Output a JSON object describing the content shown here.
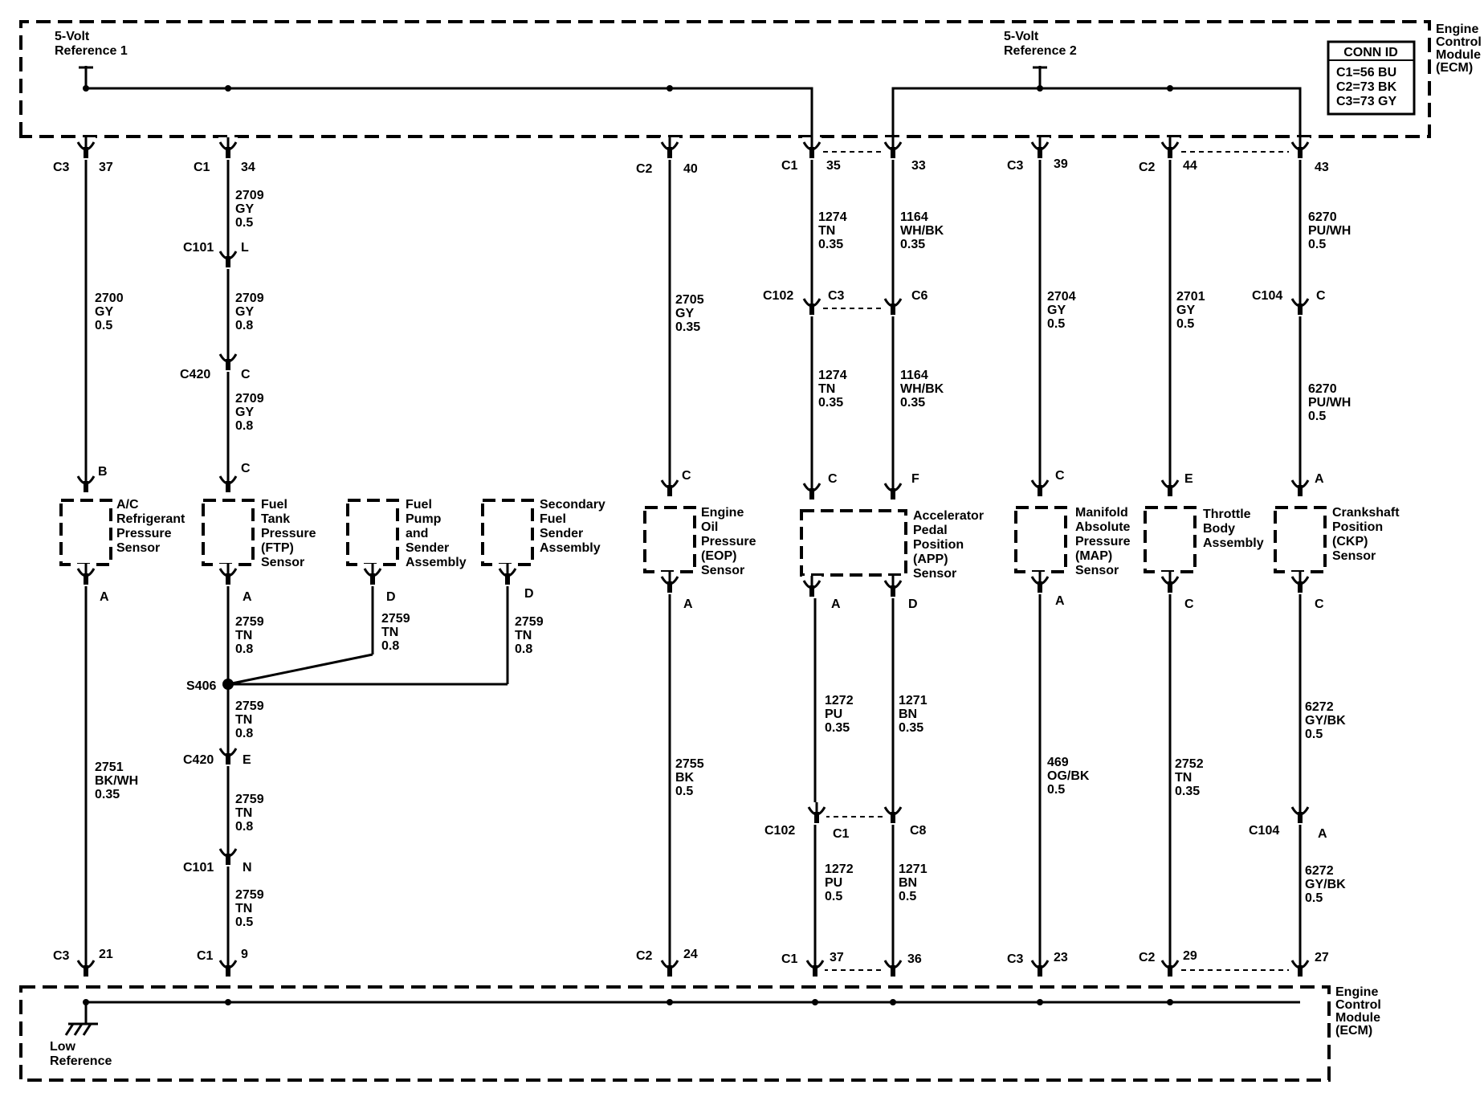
{
  "modules": {
    "top_ecm": [
      "Engine",
      "Control",
      "Module",
      "(ECM)"
    ],
    "bottom_ecm": [
      "Engine",
      "Control",
      "Module",
      "(ECM)"
    ]
  },
  "references": {
    "ref1": [
      "5-Volt",
      "Reference 1"
    ],
    "ref2": [
      "5-Volt",
      "Reference 2"
    ],
    "low": [
      "Low",
      "Reference"
    ]
  },
  "conn_id_box": {
    "title": "CONN ID",
    "lines": [
      "C1=56 BU",
      "C2=73 BK",
      "C3=73 GY"
    ]
  },
  "top_pins": [
    {
      "conn": "C3",
      "pin": "37"
    },
    {
      "conn": "C1",
      "pin": "34"
    },
    {
      "conn": "C2",
      "pin": "40"
    },
    {
      "conn": "C1",
      "pin": "35"
    },
    {
      "conn": "",
      "pin": "33"
    },
    {
      "conn": "C3",
      "pin": "39"
    },
    {
      "conn": "C2",
      "pin": "44"
    },
    {
      "conn": "",
      "pin": "43"
    }
  ],
  "bottom_pins": [
    {
      "conn": "C3",
      "pin": "21"
    },
    {
      "conn": "C1",
      "pin": "9"
    },
    {
      "conn": "C2",
      "pin": "24"
    },
    {
      "conn": "C1",
      "pin": "37"
    },
    {
      "conn": "",
      "pin": "36"
    },
    {
      "conn": "C3",
      "pin": "23"
    },
    {
      "conn": "C2",
      "pin": "29"
    },
    {
      "conn": "",
      "pin": "27"
    }
  ],
  "inline_connectors": [
    {
      "name": "C101",
      "pin": "L"
    },
    {
      "name": "C420",
      "pin": "C"
    },
    {
      "name": "C420",
      "pin": "E"
    },
    {
      "name": "C101",
      "pin": "N"
    },
    {
      "name": "C102",
      "pin": "C3"
    },
    {
      "name": "",
      "pin": "C6"
    },
    {
      "name": "C102",
      "pin": "C1"
    },
    {
      "name": "",
      "pin": "C8"
    },
    {
      "name": "C104",
      "pin": "C"
    },
    {
      "name": "C104",
      "pin": "A"
    }
  ],
  "splice": {
    "name": "S406"
  },
  "sensors": [
    {
      "label": [
        "A/C",
        "Refrigerant",
        "Pressure",
        "Sensor"
      ],
      "pin_top": "B",
      "pin_bottom": "A"
    },
    {
      "label": [
        "Fuel",
        "Tank",
        "Pressure",
        "(FTP)",
        "Sensor"
      ],
      "pin_top": "C",
      "pin_bottom": "A"
    },
    {
      "label": [
        "Fuel",
        "Pump",
        "and",
        "Sender",
        "Assembly"
      ],
      "pin_top": "",
      "pin_bottom": "D"
    },
    {
      "label": [
        "Secondary",
        "Fuel",
        "Sender",
        "Assembly"
      ],
      "pin_top": "",
      "pin_bottom": "D"
    },
    {
      "label": [
        "Engine",
        "Oil",
        "Pressure",
        "(EOP)",
        "Sensor"
      ],
      "pin_top": "C",
      "pin_bottom": "A"
    },
    {
      "label": [
        "Accelerator",
        "Pedal",
        "Position",
        "(APP)",
        "Sensor"
      ],
      "pin_top": "C",
      "pin_top2": "F",
      "pin_bottom": "A",
      "pin_bottom2": "D"
    },
    {
      "label": [
        "Manifold",
        "Absolute",
        "Pressure",
        "(MAP)",
        "Sensor"
      ],
      "pin_top": "C",
      "pin_bottom": "A"
    },
    {
      "label": [
        "Throttle",
        "Body",
        "Assembly"
      ],
      "pin_top": "E",
      "pin_bottom": "C"
    },
    {
      "label": [
        "Crankshaft",
        "Position",
        "(CKP)",
        "Sensor"
      ],
      "pin_top": "A",
      "pin_bottom": "C"
    }
  ],
  "wires": [
    [
      "2700",
      "GY",
      "0.5"
    ],
    [
      "2751",
      "BK/WH",
      "0.35"
    ],
    [
      "2709",
      "GY",
      "0.5"
    ],
    [
      "2709",
      "GY",
      "0.8"
    ],
    [
      "2709",
      "GY",
      "0.8"
    ],
    [
      "2759",
      "TN",
      "0.8"
    ],
    [
      "2759",
      "TN",
      "0.8"
    ],
    [
      "2759",
      "TN",
      "0.8"
    ],
    [
      "2759",
      "TN",
      "0.8"
    ],
    [
      "2759",
      "TN",
      "0.8"
    ],
    [
      "2759",
      "TN",
      "0.5"
    ],
    [
      "2705",
      "GY",
      "0.35"
    ],
    [
      "2755",
      "BK",
      "0.5"
    ],
    [
      "1274",
      "TN",
      "0.35"
    ],
    [
      "1274",
      "TN",
      "0.35"
    ],
    [
      "1272",
      "PU",
      "0.35"
    ],
    [
      "1272",
      "PU",
      "0.5"
    ],
    [
      "1164",
      "WH/BK",
      "0.35"
    ],
    [
      "1164",
      "WH/BK",
      "0.35"
    ],
    [
      "1271",
      "BN",
      "0.35"
    ],
    [
      "1271",
      "BN",
      "0.5"
    ],
    [
      "2704",
      "GY",
      "0.5"
    ],
    [
      "469",
      "OG/BK",
      "0.5"
    ],
    [
      "2701",
      "GY",
      "0.5"
    ],
    [
      "2752",
      "TN",
      "0.35"
    ],
    [
      "6270",
      "PU/WH",
      "0.5"
    ],
    [
      "6270",
      "PU/WH",
      "0.5"
    ],
    [
      "6272",
      "GY/BK",
      "0.5"
    ],
    [
      "6272",
      "GY/BK",
      "0.5"
    ]
  ]
}
